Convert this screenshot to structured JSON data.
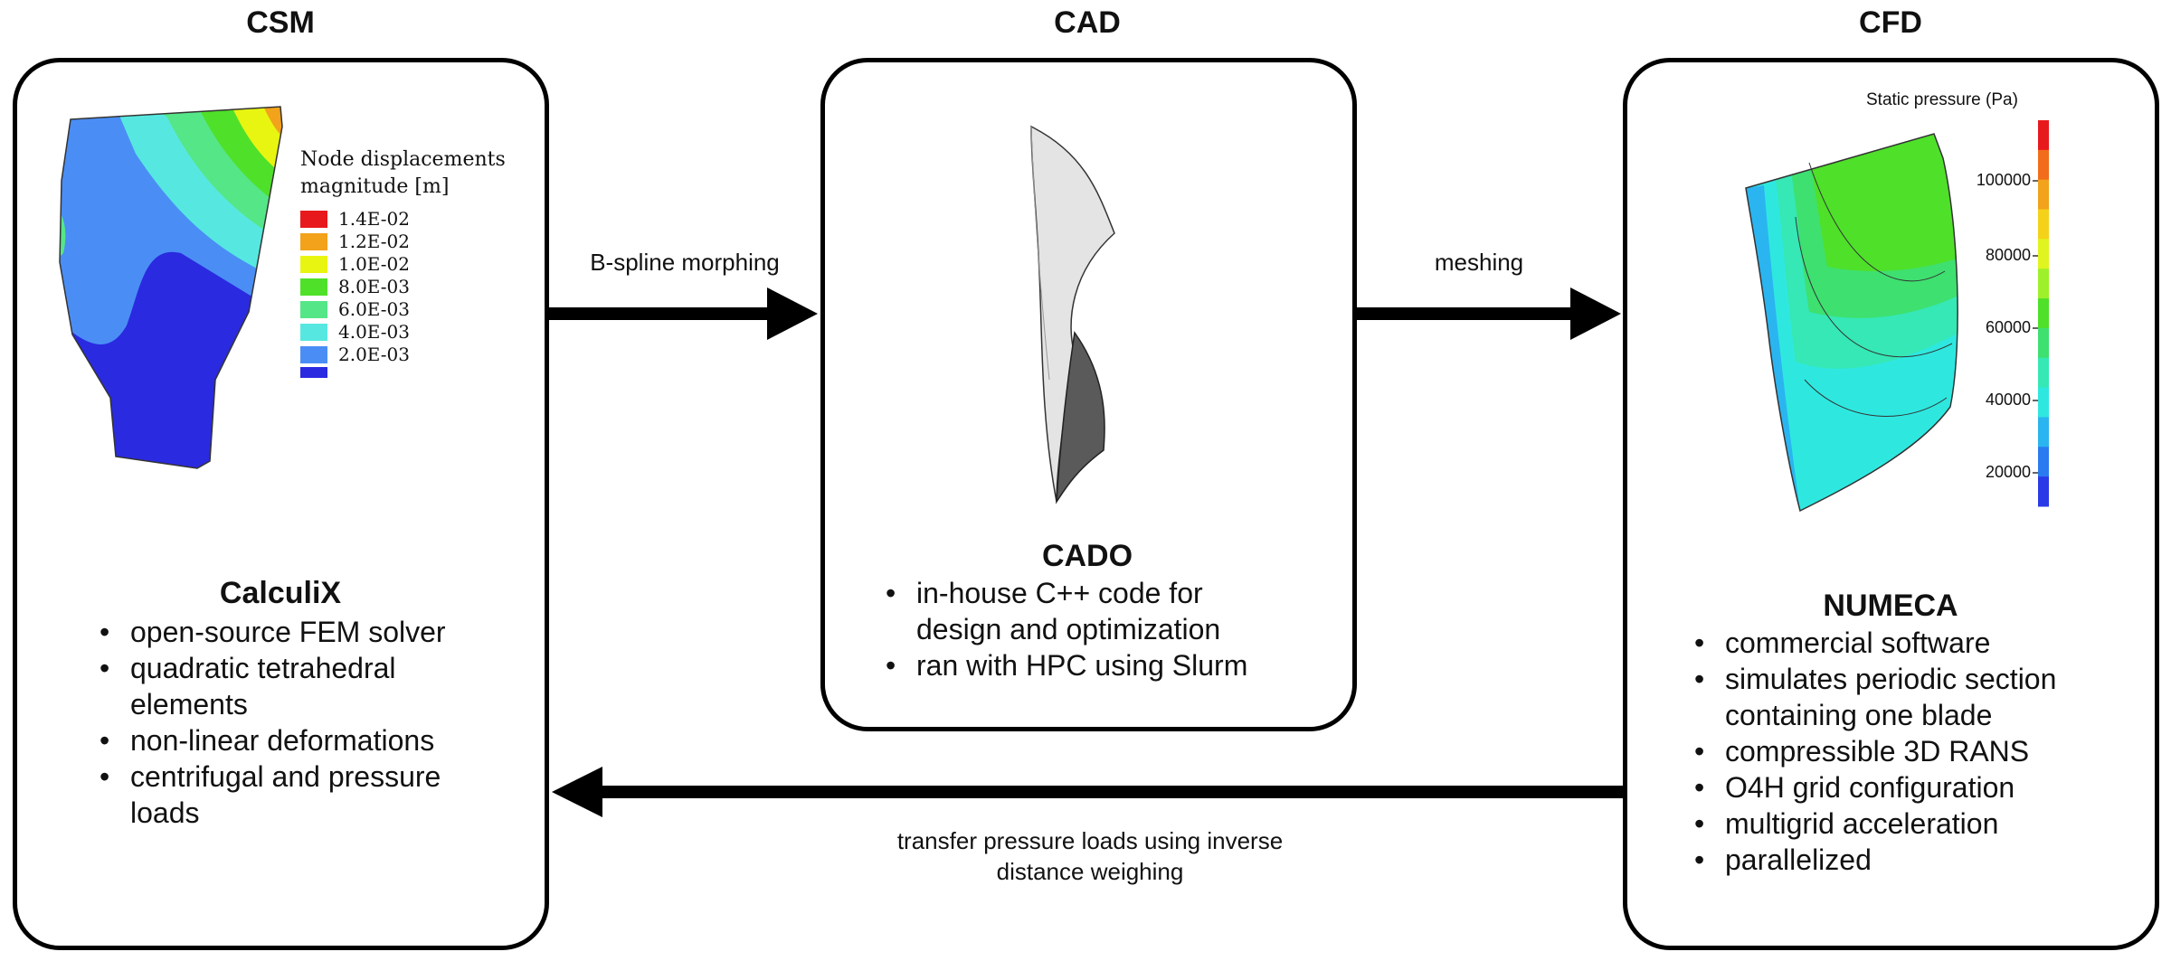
{
  "sections": {
    "csm": {
      "title": "CSM",
      "tool": "CalculiX",
      "bullets": [
        "open-source FEM solver",
        "quadratic tetrahedral elements",
        "non-linear deformations",
        "centrifugal and pressure loads"
      ],
      "legend": {
        "title": "Node displacements magnitude [m]",
        "entries": [
          {
            "label": "1.4E-02",
            "color": "#e8191c"
          },
          {
            "label": "1.2E-02",
            "color": "#f2a21b"
          },
          {
            "label": "1.0E-02",
            "color": "#e8f510"
          },
          {
            "label": "8.0E-03",
            "color": "#4fe02a"
          },
          {
            "label": "6.0E-03",
            "color": "#55e688"
          },
          {
            "label": "4.0E-03",
            "color": "#56e8e0"
          },
          {
            "label": "2.0E-03",
            "color": "#4a8ef5"
          },
          {
            "label": "",
            "color": "#2a2ae0"
          }
        ]
      }
    },
    "cad": {
      "title": "CAD",
      "tool": "CADO",
      "bullets": [
        "in-house C++ code for design and optimization",
        "ran with HPC using Slurm"
      ]
    },
    "cfd": {
      "title": "CFD",
      "tool": "NUMECA",
      "bullets": [
        "commercial software",
        "simulates periodic section containing one blade",
        "compressible 3D RANS",
        "O4H grid configuration",
        "multigrid acceleration",
        "parallelized"
      ],
      "colorbar": {
        "title": "Static pressure (Pa)",
        "ticks": [
          "100000",
          "80000",
          "60000",
          "40000",
          "20000"
        ],
        "colors": [
          "#e8191c",
          "#f26d1b",
          "#f2a21b",
          "#f5d21a",
          "#e0f520",
          "#9ef02a",
          "#4fe02a",
          "#3ee070",
          "#35e8b5",
          "#2ee8e0",
          "#2ab5f0",
          "#2a7af0",
          "#2a3ae6"
        ]
      }
    }
  },
  "arrows": {
    "csm_to_cad": "B-spline morphing",
    "cad_to_cfd": "meshing",
    "cfd_to_csm": "transfer pressure loads using inverse distance weighing"
  }
}
